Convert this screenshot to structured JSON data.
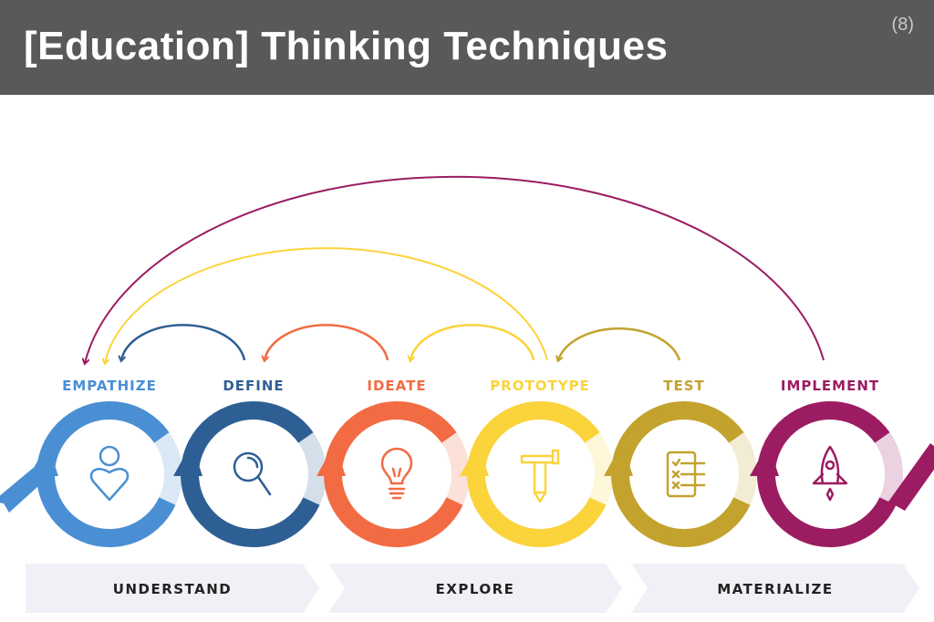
{
  "header": {
    "title": "[Education] Thinking Techniques",
    "page_number": "(8)"
  },
  "stages": [
    {
      "label": "EMPATHIZE",
      "icon": "person-heart-icon",
      "color": "#4a8fd4"
    },
    {
      "label": "DEFINE",
      "icon": "magnifier-icon",
      "color": "#2e5f94"
    },
    {
      "label": "IDEATE",
      "icon": "lightbulb-icon",
      "color": "#f26b43"
    },
    {
      "label": "PROTOTYPE",
      "icon": "hammer-pencil-icon",
      "color": "#fbd33b"
    },
    {
      "label": "TEST",
      "icon": "checklist-icon",
      "color": "#c3a22e"
    },
    {
      "label": "IMPLEMENT",
      "icon": "rocket-icon",
      "color": "#9c1c62"
    }
  ],
  "phases": [
    {
      "label": "UNDERSTAND"
    },
    {
      "label": "EXPLORE"
    },
    {
      "label": "MATERIALIZE"
    }
  ],
  "feedback_arrows": [
    {
      "from": "IMPLEMENT",
      "to": "EMPATHIZE",
      "color": "#9c1c62"
    },
    {
      "from": "PROTOTYPE",
      "to": "EMPATHIZE",
      "color": "#fbd33b"
    },
    {
      "from": "DEFINE",
      "to": "EMPATHIZE",
      "color": "#2e5f94"
    },
    {
      "from": "IDEATE",
      "to": "DEFINE",
      "color": "#f26b43"
    },
    {
      "from": "PROTOTYPE",
      "to": "IDEATE",
      "color": "#fbd33b"
    },
    {
      "from": "TEST",
      "to": "PROTOTYPE",
      "color": "#c3a22e"
    }
  ],
  "colors": {
    "header_bg": "#595959",
    "phase_bg": "#f0f1f6"
  }
}
